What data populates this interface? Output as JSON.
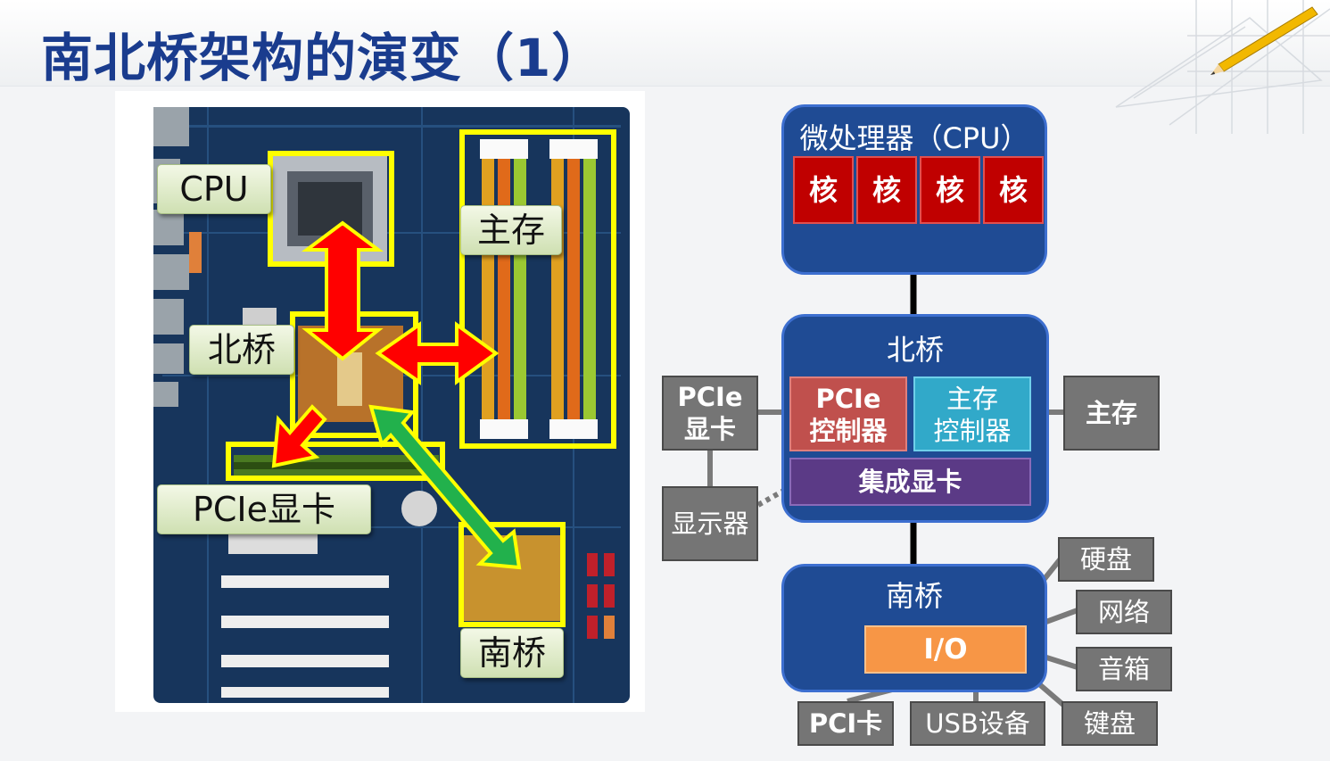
{
  "title": "南北桥架构的演变（1）",
  "photo_labels": {
    "cpu": "CPU",
    "memory": "主存",
    "north_bridge": "北桥",
    "pcie_card": "PCIe显卡",
    "south_bridge": "南桥"
  },
  "cpu_block": {
    "title": "微处理器（CPU）",
    "cores": [
      "核",
      "核",
      "核",
      "核"
    ]
  },
  "north_block": {
    "title": "北桥",
    "pcie_ctrl": [
      "PCIe",
      "控制器"
    ],
    "mem_ctrl": [
      "主存",
      "控制器"
    ],
    "igpu": "集成显卡"
  },
  "south_block": {
    "title": "南桥",
    "io": "I/O"
  },
  "external": {
    "pcie_card": [
      "PCIe",
      "显卡"
    ],
    "display": "显示器",
    "memory": "主存",
    "hdd": "硬盘",
    "network": "网络",
    "audio": "音箱",
    "keyboard": "键盘",
    "pci_card": "PCI卡",
    "usb": "USB设备"
  },
  "colors": {
    "title": "#1a3c8e",
    "block": "#1f4b94",
    "core": "#c00000",
    "pcie_ctrl": "#c0504d",
    "mem_ctrl": "#31a9c9",
    "igpu": "#5b3a86",
    "io": "#f79646",
    "ext_box": "#757575",
    "highlight": "#ffff00",
    "arrow_red": "#ff0000",
    "arrow_green": "#22b14c"
  }
}
